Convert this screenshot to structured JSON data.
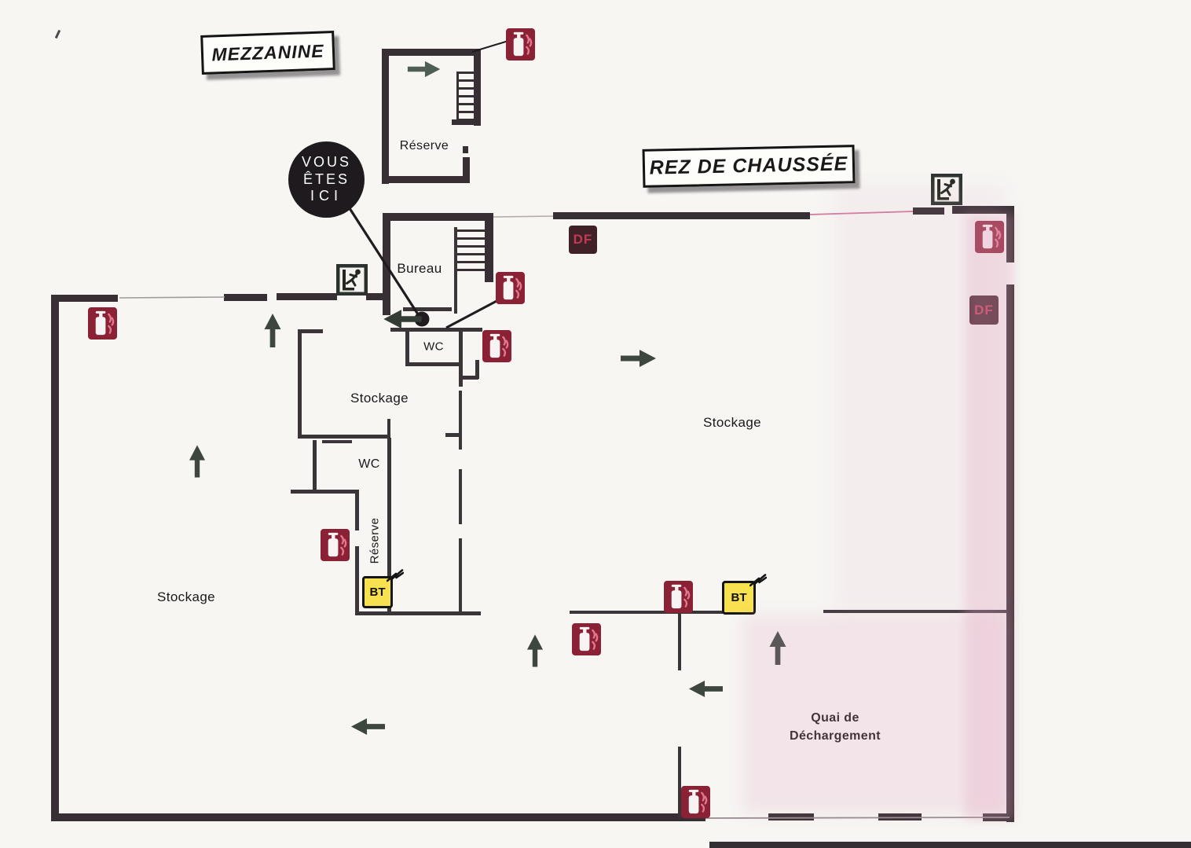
{
  "titles": {
    "mezzanine": "MEZZANINE",
    "rez_de_chaussee": "REZ DE CHAUSSÉE"
  },
  "you_are_here": [
    "VOUS",
    "ÊTES",
    "ICI"
  ],
  "rooms": {
    "mezzanine_reserve": "Réserve",
    "bureau": "Bureau",
    "wc_upper": "WC",
    "stockage_center": "Stockage",
    "wc_lower": "WC",
    "reserve_corridor": "Réserve",
    "stockage_right": "Stockage",
    "stockage_left": "Stockage",
    "quai_line1": "Quai de",
    "quai_line2": "Déchargement"
  },
  "badges": {
    "df": "DF",
    "bt": "BT"
  },
  "icons": {
    "fire_extinguisher": "fire-extinguisher-icon",
    "emergency_exit": "emergency-exit-icon",
    "evacuation_arrow": "evacuation-arrow",
    "you_are_here_marker": "you-are-here-marker"
  },
  "colors": {
    "paper": "#f7f6f3",
    "wall": "#372f33",
    "extinguisher_red": "#8b2134",
    "flame_pink": "#e2788f",
    "df_badge_bg": "#3f2127",
    "df_badge_text": "#c13a55",
    "bt_yellow": "#f8e14e",
    "arrow_green": "#3d463f",
    "mezzanine_arrow_green": "#4e5e52",
    "you_are_here_bg": "#1e1a1d",
    "scan_tint_pink": "#e1a0c0"
  }
}
